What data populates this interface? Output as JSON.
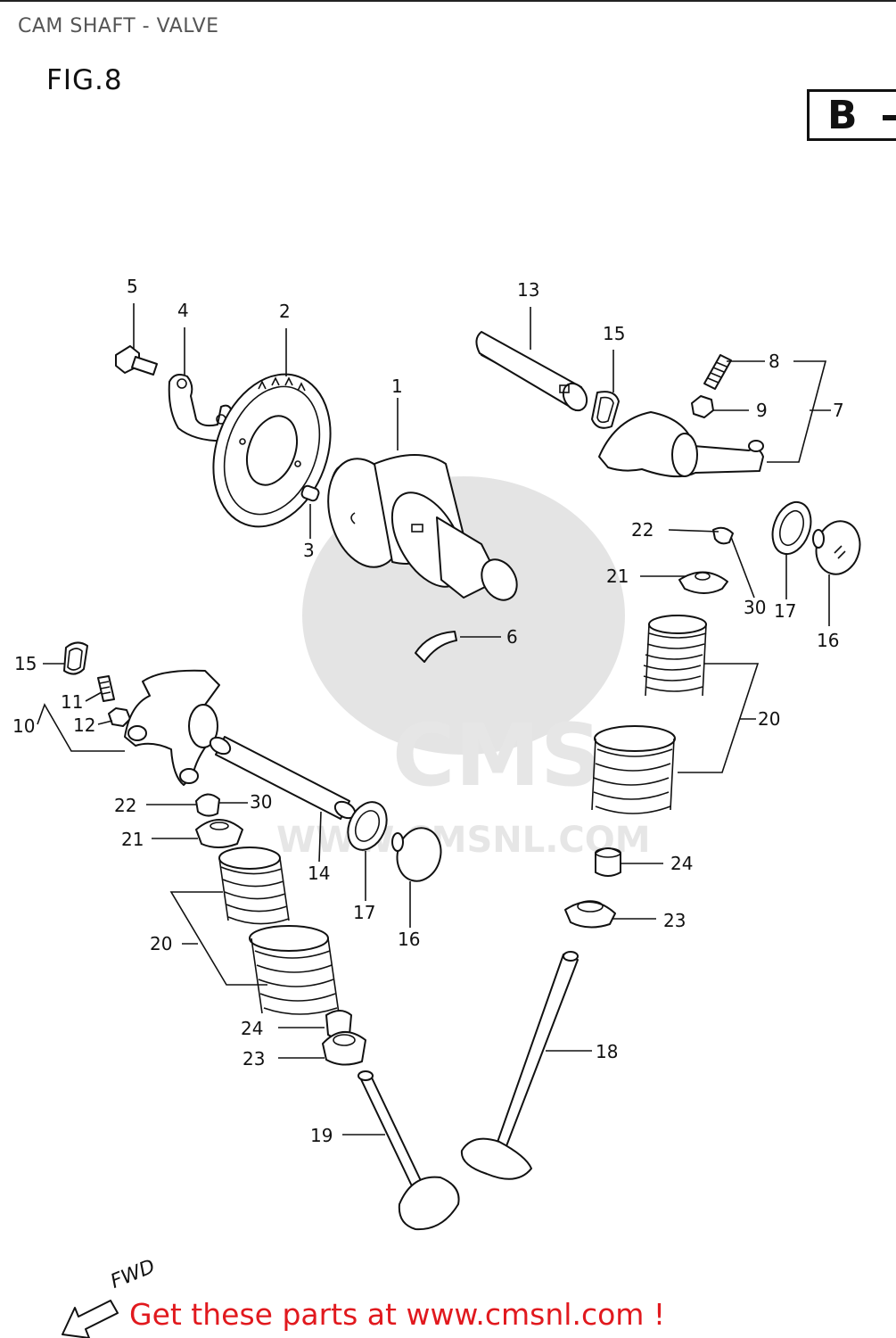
{
  "header": {
    "title": "CAM SHAFT - VALVE",
    "figure": "FIG.8",
    "box_label": "B"
  },
  "watermark": {
    "brand": "CMS",
    "url": "WWW.CMSNL.COM"
  },
  "callouts": {
    "c1": "1",
    "c2": "2",
    "c3": "3",
    "c4": "4",
    "c5": "5",
    "c6": "6",
    "c7": "7",
    "c8": "8",
    "c9": "9",
    "c10": "10",
    "c11": "11",
    "c12": "12",
    "c13": "13",
    "c14": "14",
    "c15a": "15",
    "c15b": "15",
    "c16a": "16",
    "c16b": "16",
    "c17a": "17",
    "c17b": "17",
    "c18": "18",
    "c19": "19",
    "c20a": "20",
    "c20b": "20",
    "c21a": "21",
    "c21b": "21",
    "c22a": "22",
    "c22b": "22",
    "c23a": "23",
    "c23b": "23",
    "c24a": "24",
    "c24b": "24",
    "c30a": "30",
    "c30b": "30"
  },
  "direction": {
    "label": "FWD"
  },
  "footer": {
    "promo": "Get these parts at www.cmsnl.com !"
  }
}
